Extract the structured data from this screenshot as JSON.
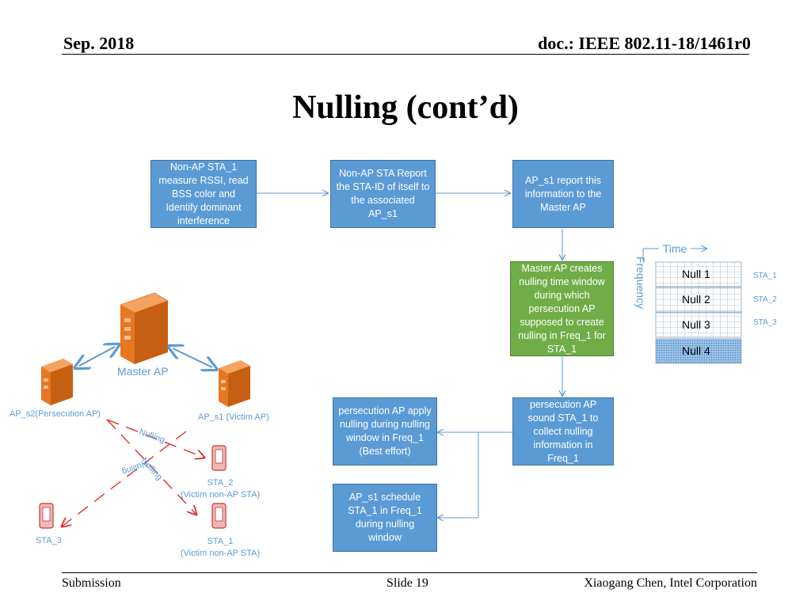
{
  "header": {
    "date": "Sep. 2018",
    "doc_id": "doc.: IEEE 802.11-18/1461r0"
  },
  "title": "Nulling (cont’d)",
  "footer": {
    "left": "Submission",
    "center": "Slide 19",
    "right": "Xiaogang Chen, Intel Corporation"
  },
  "boxes": {
    "b1": "Non-AP STA_1 measure RSSI, read BSS color and Identify dominant interference",
    "b2": "Non-AP STA Report the STA-ID of itself to the associated AP_s1",
    "b3": "AP_s1 report this information to the Master AP",
    "b4": "Master AP creates nulling time window during which persecution AP supposed to create nulling in Freq_1 for STA_1",
    "b5": "persecution AP sound STA_1 to collect nulling information in Freq_1",
    "b6": "persecution AP apply nulling during nulling window in Freq_1 (Best effort)",
    "b7": "AP_s1 schedule STA_1 in Freq_1 during nulling window"
  },
  "network": {
    "master_ap": "Master AP",
    "ap_s2": "AP_s2(Persecution AP)",
    "ap_s1": "AP_s1 (Victim AP)",
    "sta2": [
      "STA_2",
      "(Victim non-AP STA)"
    ],
    "sta1": [
      "STA_1",
      "(Victim non-AP STA)"
    ],
    "sta3": "STA_3",
    "nulling_label": "Nulling"
  },
  "grid": {
    "time_label": "Time",
    "freq_label": "Frequency",
    "lanes": [
      {
        "label": "Null 1",
        "sta": "STA_1"
      },
      {
        "label": "Null 2",
        "sta": "STA_2"
      },
      {
        "label": "Null 3",
        "sta": "STA_3"
      },
      {
        "label": "Null 4",
        "sta": ""
      }
    ]
  },
  "colors": {
    "box_blue": "#5b9bd5",
    "box_green": "#70ad47",
    "server_orange": "#e87722",
    "phone_red": "#e05555",
    "dash_red": "#e03030",
    "arrow_blue": "#5b9bd5"
  }
}
